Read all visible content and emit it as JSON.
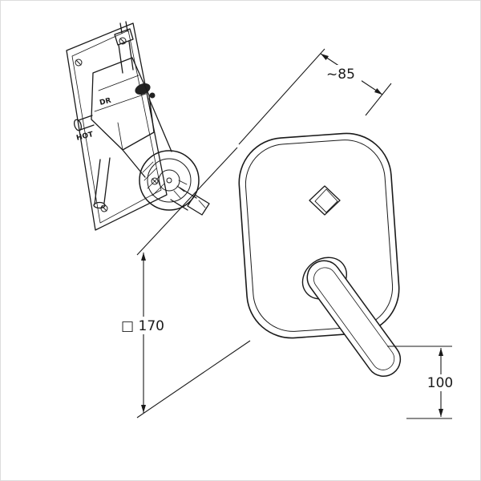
{
  "window": {
    "background": "#ffffff",
    "border_color": "#dcdcdc"
  },
  "diagram": {
    "type": "technical-dimension-drawing",
    "subject": "concealed single-lever mixer: rough-in valve body and trim plate with lever handle",
    "line_color": "#1a1a1a",
    "labels": {
      "dim_width": "~85",
      "dim_plate": "□ 170",
      "dim_handle": "100"
    },
    "valve": {
      "dr_label": "DR",
      "hot_label": "HOT"
    }
  }
}
